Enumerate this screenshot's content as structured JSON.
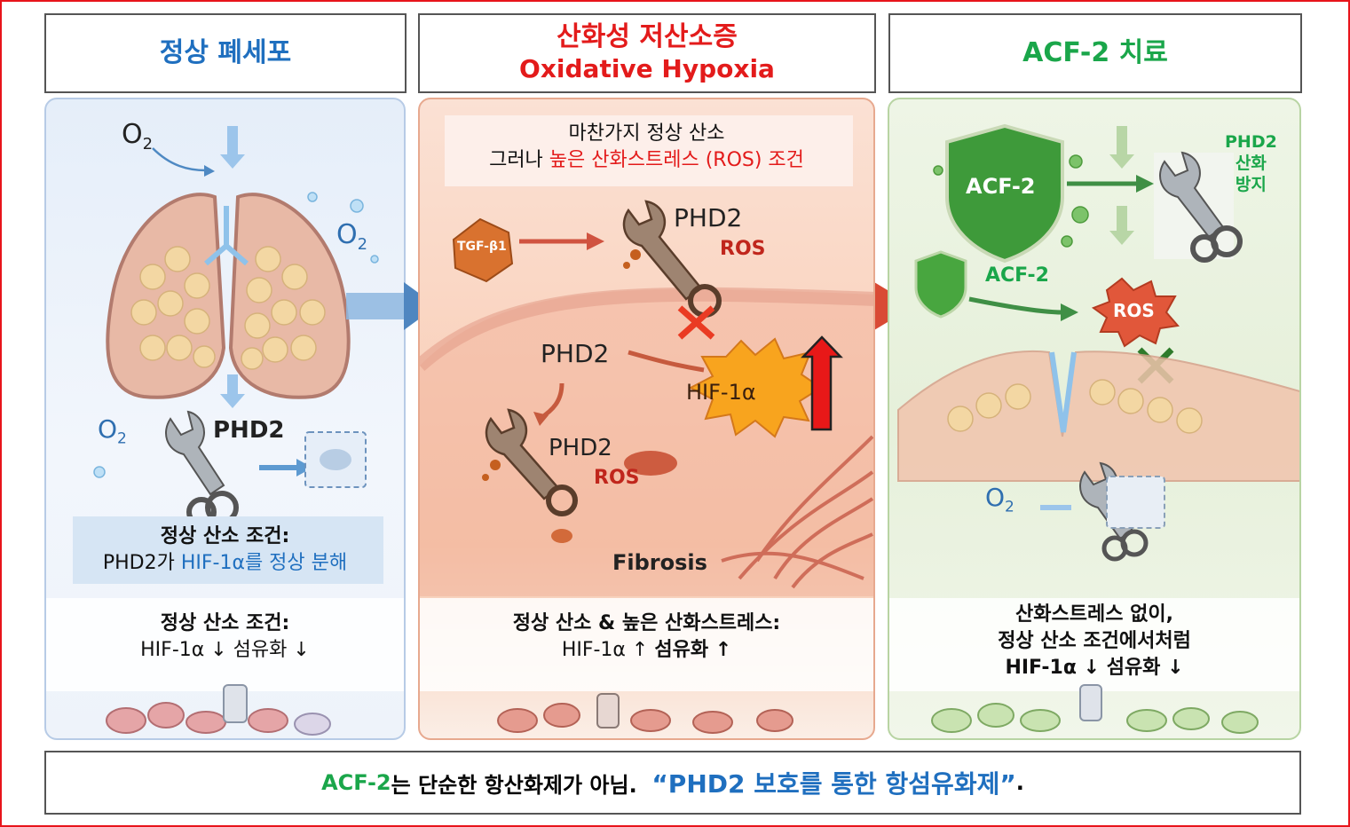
{
  "headers": {
    "normal": "정상 폐세포",
    "oxidative_ko": "산화성 저산소증",
    "oxidative_en": "Oxidative Hypoxia",
    "treatment": "ACF-2 치료"
  },
  "panel_normal": {
    "o2_top": "O",
    "o2_right": "O",
    "o2_left": "O",
    "o2_sub": "2",
    "phd2": "PHD2",
    "box_title": "정상 산소 조건:",
    "box_line_prefix": "PHD2가 ",
    "box_line_highlight": "HIF-1α를 정상 분해",
    "caption_title": "정상 산소 조건:",
    "caption_line": "HIF-1α ↓  섬유화 ↓"
  },
  "panel_oxidative": {
    "intro_line1": "마찬가지 정상 산소",
    "intro_prefix": "그러나 ",
    "intro_highlight": "높은 산화스트레스 (ROS) 조건",
    "tgf": "TGF-β1",
    "phd2_top": "PHD2",
    "ros_top": "ROS",
    "phd2_mid": "PHD2",
    "hif": "HIF-1α",
    "phd2_low": "PHD2",
    "ros_low": "ROS",
    "fibrosis": "Fibrosis",
    "caption_title": "정상 산소 & 높은 산화스트레스:",
    "caption_line_a": "HIF-1α ↑  ",
    "caption_line_b": "섬유화 ↑"
  },
  "panel_treatment": {
    "shield_big": "ACF-2",
    "phd2_protect_1": "PHD2",
    "phd2_protect_2": "산화",
    "phd2_protect_3": "방지",
    "shield_small_label": "ACF-2",
    "ros": "ROS",
    "o2": "O",
    "o2_sub": "2",
    "caption_line1": "산화스트레스 없이,",
    "caption_line2": "정상 산소 조건에서처럼",
    "caption_line3": "HIF-1α ↓  섬유화 ↓"
  },
  "footer": {
    "part1": "ACF-2",
    "part2": "는 단순한 항산화제가 아님.  ",
    "part3": "“PHD2 보호를 통한 항섬유화제”",
    "part4": "."
  },
  "colors": {
    "frame": "#e8141b",
    "blue": "#1f6fbf",
    "red": "#e31b1b",
    "green": "#1aa64a",
    "ros_red": "#c0261c"
  }
}
